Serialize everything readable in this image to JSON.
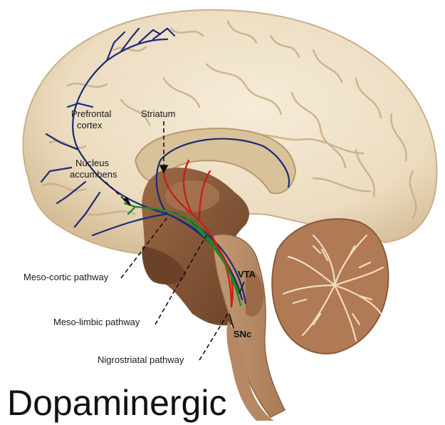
{
  "labels": {
    "prefrontal_line1": "Prefrontal",
    "prefrontal_line2": "cortex",
    "striatum": "Striatum",
    "nucleus_line1": "Nucleus",
    "nucleus_line2": "accumbens",
    "vta": "VTA",
    "snc": "SNc",
    "mesocortic": "Meso-cortic pathway",
    "mesolimbic": "Meso-limbic pathway",
    "nigrostriatal": "Nigrostriatal pathway"
  },
  "caption": "Dopaminergic",
  "colors": {
    "cortex": "#efe3cc",
    "cortex_shadow": "#d9c6a4",
    "deep": "#8a5a3a",
    "deep_dark": "#6b4128",
    "cerebellum": "#b07a55",
    "blue_path": "#1b2a7a",
    "red_path": "#c81e14",
    "green_path": "#1e8a1e"
  }
}
